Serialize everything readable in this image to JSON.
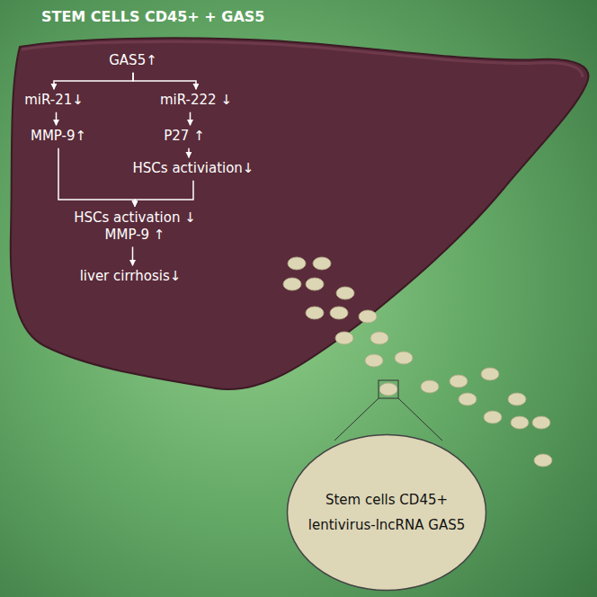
{
  "diagram": {
    "title": "STEM CELLS CD45+ + GAS5",
    "nodes": [
      {
        "text": [
          "GAS5↑"
        ]
      },
      {
        "text": [
          "miR-21↓"
        ]
      },
      {
        "text": [
          "miR-222 ↓"
        ]
      },
      {
        "text": [
          "MMP-9↑"
        ]
      },
      {
        "text": [
          "P27 ↑"
        ]
      },
      {
        "text": [
          "HSCs activiation↓"
        ]
      },
      {
        "text": [
          "HSCs activation ↓",
          "MMP-9 ↑"
        ]
      },
      {
        "text": [
          "liver cirrhosis↓"
        ]
      },
      {
        "text": [
          "Stem cells CD45+",
          "lentivirus-lncRNA GAS5"
        ]
      }
    ],
    "edges": [
      {
        "from": 0,
        "to": 1,
        "arrow": "to"
      },
      {
        "from": 0,
        "to": 2,
        "arrow": "to"
      },
      {
        "from": 1,
        "to": 3,
        "arrow": "to"
      },
      {
        "from": 2,
        "to": 4,
        "arrow": "to"
      },
      {
        "from": 4,
        "to": 5,
        "arrow": "to"
      },
      {
        "from": 3,
        "to": 6,
        "arrow": "to"
      },
      {
        "from": 5,
        "to": 6,
        "arrow": "to"
      },
      {
        "from": 6,
        "to": 7,
        "arrow": "to"
      }
    ]
  }
}
